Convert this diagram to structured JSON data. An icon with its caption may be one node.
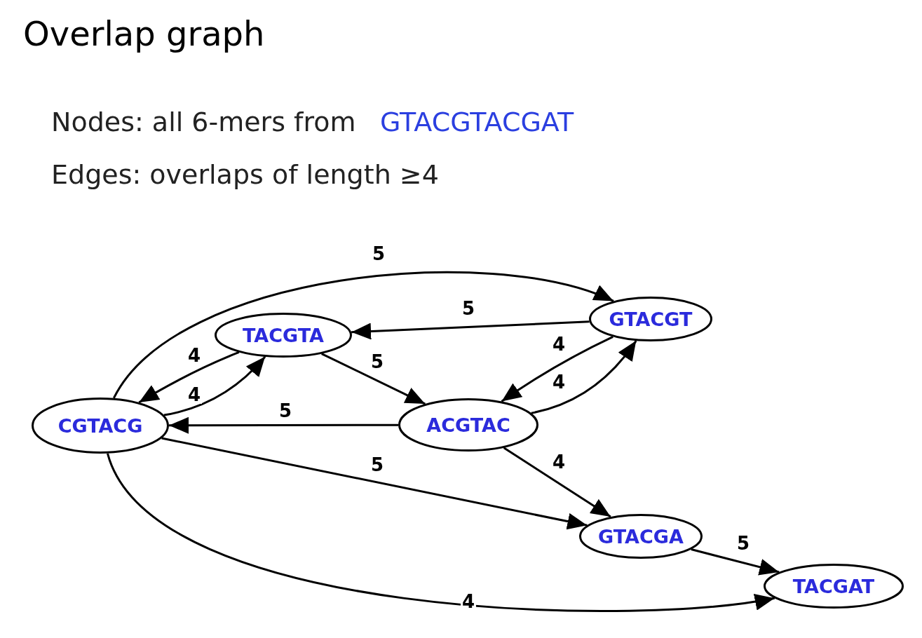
{
  "diagram": {
    "title": "Overlap graph",
    "nodes": [
      {
        "text": [
          "GTACGT"
        ]
      },
      {
        "text": [
          "TACGTA"
        ]
      },
      {
        "text": [
          "CGTACG"
        ]
      },
      {
        "text": [
          "ACGTAC"
        ]
      },
      {
        "text": [
          "GTACGA"
        ]
      },
      {
        "text": [
          "TACGAT"
        ]
      }
    ],
    "edges": [
      {
        "from": 2,
        "to": 0,
        "arrow": "to",
        "label": "5"
      },
      {
        "from": 0,
        "to": 1,
        "arrow": "to",
        "label": "5"
      },
      {
        "from": 1,
        "to": 2,
        "arrow": "to",
        "label": "4"
      },
      {
        "from": 2,
        "to": 1,
        "arrow": "to",
        "label": "4"
      },
      {
        "from": 1,
        "to": 3,
        "arrow": "to",
        "label": "5"
      },
      {
        "from": 0,
        "to": 3,
        "arrow": "to",
        "label": "4"
      },
      {
        "from": 3,
        "to": 0,
        "arrow": "to",
        "label": "4"
      },
      {
        "from": 3,
        "to": 2,
        "arrow": "to",
        "label": "5"
      },
      {
        "from": 2,
        "to": 4,
        "arrow": "to",
        "label": "5"
      },
      {
        "from": 3,
        "to": 4,
        "arrow": "to",
        "label": "4"
      },
      {
        "from": 4,
        "to": 5,
        "arrow": "to",
        "label": "5"
      },
      {
        "from": 2,
        "to": 5,
        "arrow": "to",
        "label": "4"
      }
    ],
    "labels": [
      "Nodes: all 6-mers from",
      "GTACGTACGAT",
      "Edges: overlaps of length ≥4"
    ]
  }
}
